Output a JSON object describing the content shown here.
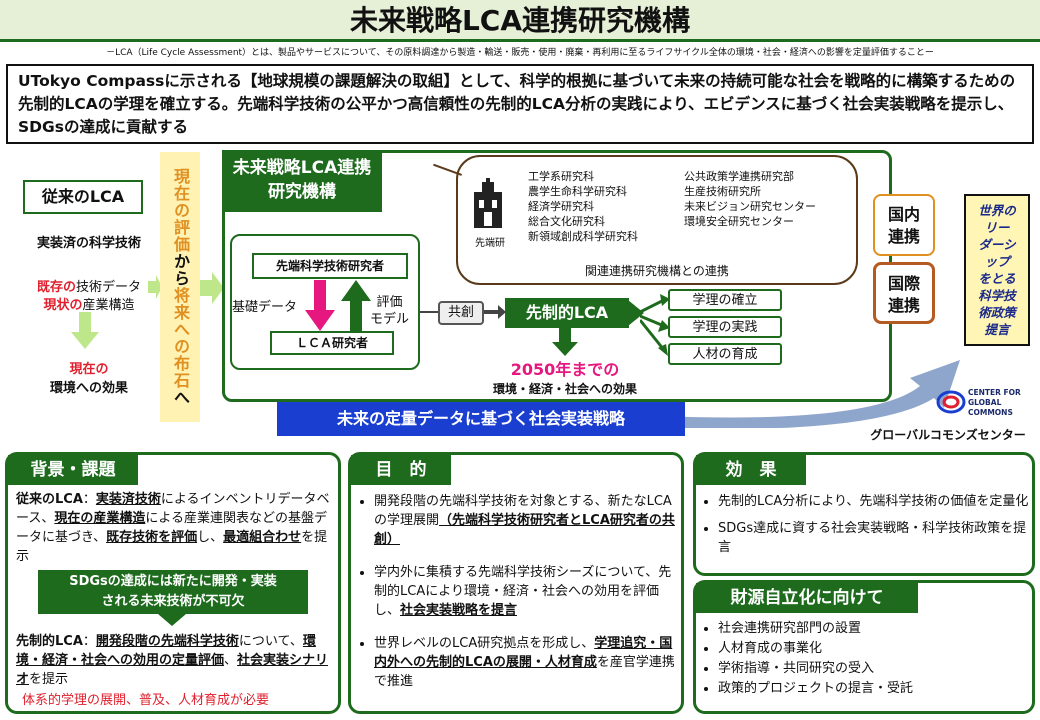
{
  "header": {
    "title": "未来戦略LCA連携研究機構",
    "subtitle": "－LCA（Life Cycle Assessment）とは、製品やサービスについて、その原料調達から製造・輸送・販売・使用・廃棄・再利用に至るライフサイクル全体の環境・社会・経済への影響を定量評価することー"
  },
  "mission": "UTokyo Compassに示される【地球規模の課題解決の取組】として、科学的根拠に基づいて未来の持続可能な社会を戦略的に構築するための先制的LCAの学理を確立する。先端科学技術の公平かつ高信頼性の先制的LCA分析の実践により、エビデンスに基づく社会実装戦略を提示し、SDGsの達成に貢献する",
  "left_flow": {
    "box": "従来のLCA",
    "tech": "実装済の科学技術",
    "data_pre": "既存の",
    "data_post": "技術データ",
    "struct_pre": "現状の",
    "struct_post": "産業構造",
    "effect_pre": "現在の",
    "effect_post": "環境への効果"
  },
  "vertical_banner": {
    "part1": "現在の評価",
    "part2": "から",
    "part3": "将来への布石",
    "part4": "へ"
  },
  "center": {
    "org_title_l1": "未来戦略LCA連携",
    "org_title_l2": "研究機構",
    "cloud_left": [
      "工学系研究科",
      "農学生命科学研究科",
      "経済学研究科",
      "総合文化研究科",
      "新領域創成科学研究科"
    ],
    "cloud_right": [
      "公共政策学連携研究部",
      "生産技術研究所",
      "未来ビジョン研究センター",
      "環境安全研究センター"
    ],
    "cloud_logo_caption": "先端研",
    "cloud_caption": "関連連携研究機構との連携",
    "researcher_top": "先端科学技術研究者",
    "researcher_bottom": "ＬＣＡ研究者",
    "label_data": "基礎データ",
    "label_eval_l1": "評価",
    "label_eval_l2": "モデル",
    "kyoso": "共創",
    "lca": "先制的LCA",
    "outcomes": [
      "学理の確立",
      "学理の実践",
      "人材の育成"
    ],
    "by2050": "2050年までの",
    "effect": "環境・経済・社会への効果",
    "strategy": "未来の定量データに基づく社会実装戦略"
  },
  "right": {
    "domestic_l1": "国内",
    "domestic_l2": "連携",
    "intl_l1": "国際",
    "intl_l2": "連携",
    "leadership": [
      "世界の",
      "リー",
      "ダーシ",
      "ップ",
      "をとる",
      "科学技",
      "術政策",
      "提言"
    ],
    "logo_l1": "CENTER FOR",
    "logo_l2": "GLOBAL",
    "logo_l3": "COMMONS",
    "logo_caption": "グローバルコモンズセンター"
  },
  "background": {
    "title": "背景・課題",
    "p1_b1": "従来のLCA",
    "p1_t1": "：",
    "p1_u1": "実装済技術",
    "p1_t2": "によるインベントリデータベース、",
    "p1_u2": "現在の産業構造",
    "p1_t3": "による産業連関表などの基盤データに基づき、",
    "p1_u3": "既存技術を評価",
    "p1_t4": "し、",
    "p1_u4": "最適組合わせ",
    "p1_t5": "を提示",
    "banner_l1": "SDGsの達成には新たに開発・実装",
    "banner_l2": "される未来技術が不可欠",
    "p2_b1": "先制的LCA",
    "p2_t1": "：",
    "p2_u1": "開発段階の先端科学技術",
    "p2_t2": "について、",
    "p2_u2": "環境・経済・社会への効用の定量評価",
    "p2_t3": "、",
    "p2_u3": "社会実装シナリオ",
    "p2_t4": "を提示",
    "red": "体系的学理の展開、普及、人材育成が必要"
  },
  "purpose": {
    "title": "目　的",
    "b1_t1": "開発段階の先端科学技術を対象とする、新たなLCAの学理展開",
    "b1_u1": "（先端科学技術研究者とLCA研究者の共創）",
    "b2_t1": "学内外に集積する先端科学技術シーズについて、先制的LCAにより環境・経済・社会への効用を評価し、",
    "b2_u1": "社会実装戦略を提言",
    "b3_t1": "世界レベルのLCA研究拠点を形成し、",
    "b3_u1": "学理追究・国内外への先制的LCAの展開・人材育成",
    "b3_t2": "を産官学連携で推進"
  },
  "effect": {
    "title": "効　果",
    "items": [
      "先制的LCA分析により、先端科学技術の価値を定量化",
      "SDGs達成に資する社会実装戦略・科学技術政策を提言"
    ]
  },
  "funding": {
    "title": "財源自立化に向けて",
    "items": [
      "社会連携研究部門の設置",
      "人材育成の事業化",
      "学術指導・共同研究の受入",
      "政策的プロジェクトの提言・受託"
    ]
  },
  "colors": {
    "green": "#1e6b1e",
    "banner_bg": "#e6f0d6",
    "yellow": "#fff2b3",
    "orange": "#e09020",
    "blue": "#1a3fd0",
    "magenta": "#e6177f",
    "lightgreen": "#bde78a"
  }
}
